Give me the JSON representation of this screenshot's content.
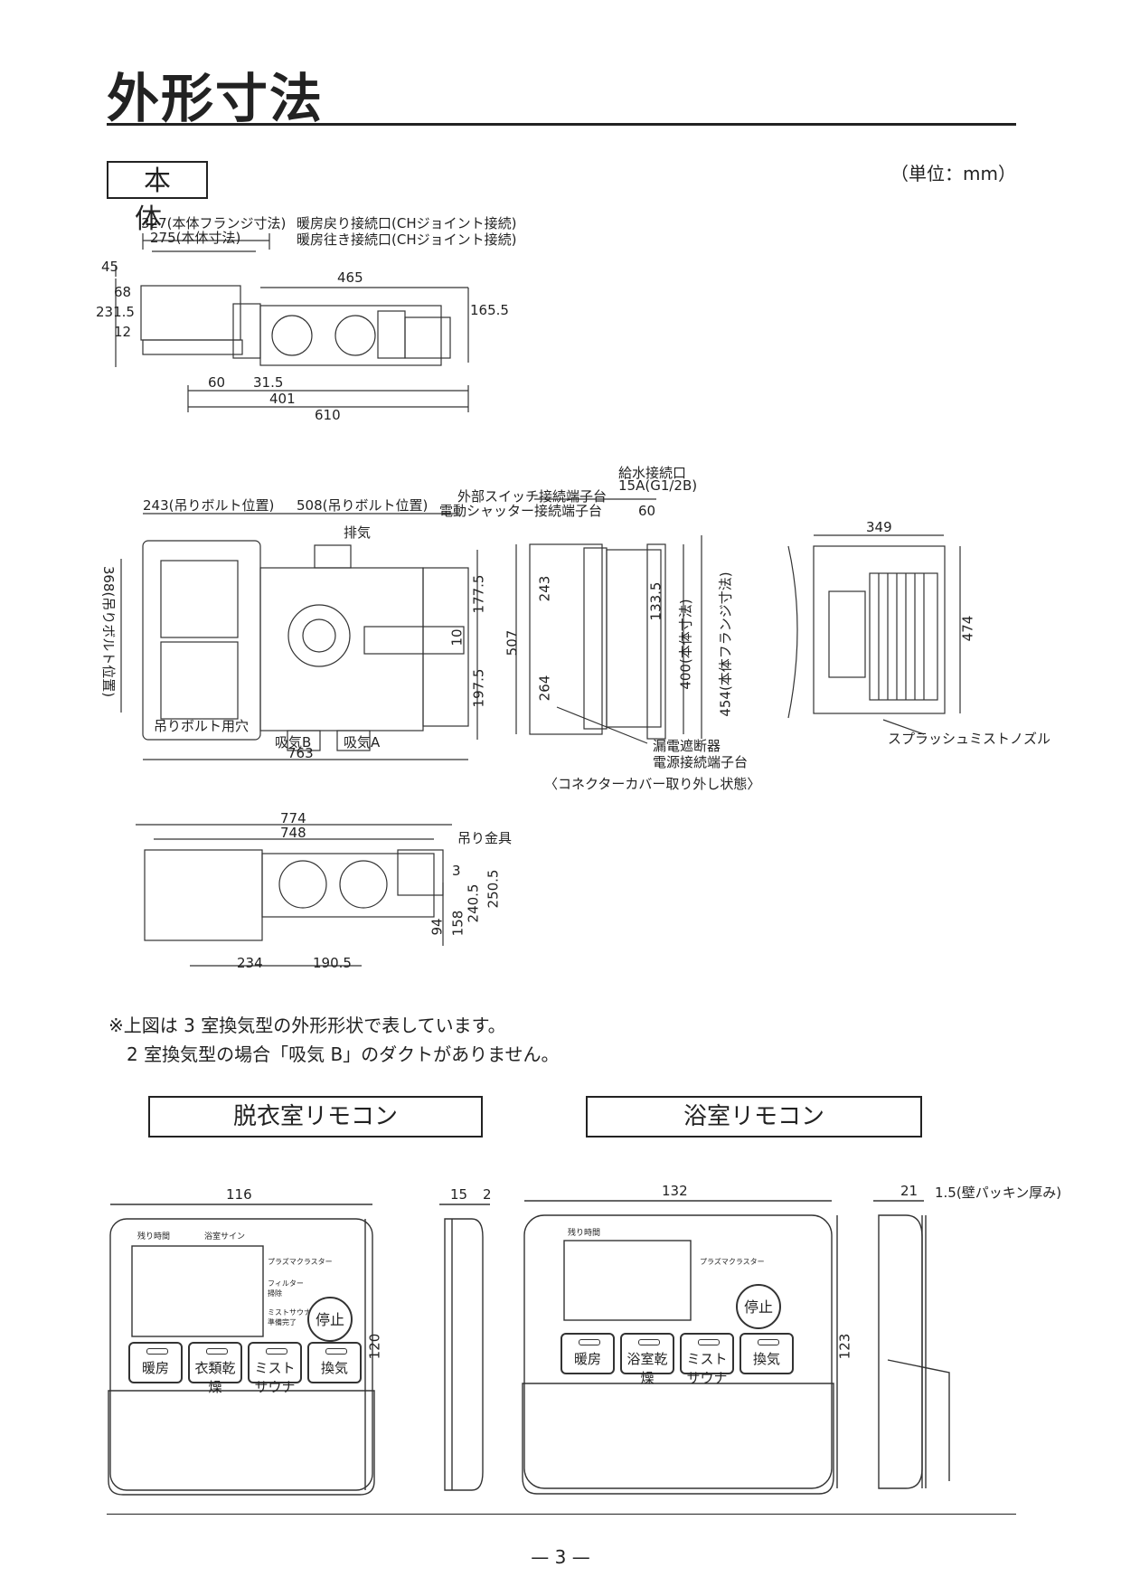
{
  "page": {
    "title": "外形寸法",
    "section_label": "本 体",
    "unit": "（単位：mm）",
    "page_number": "— 3 —"
  },
  "top_view": {
    "dim_327": "327(本体フランジ寸法)",
    "dim_275": "275(本体寸法)",
    "label_return": "暖房戻り接続口(CHジョイント接続)",
    "label_supply": "暖房往き接続口(CHジョイント接続)",
    "dim_45": "45",
    "dim_68": "68",
    "dim_231_5": "231.5",
    "dim_12": "12",
    "dim_465": "465",
    "dim_165_5": "165.5",
    "dim_60": "60",
    "dim_31_5": "31.5",
    "dim_401": "401",
    "dim_610": "610"
  },
  "plan_view": {
    "dim_243": "243(吊りボルト位置)",
    "dim_508": "508(吊りボルト位置)",
    "label_exhaust": "排気",
    "dim_368": "368(吊りボルト位置)",
    "dim_177_5": "177.5",
    "dim_10": "10",
    "dim_197_5": "197.5",
    "label_bolt_hole": "吊りボルト用穴",
    "label_intake_b": "吸気B",
    "label_intake_a": "吸気A",
    "dim_763": "763"
  },
  "side_view": {
    "label_water": "給水接続口",
    "label_water_size": "15A(G1/2B)",
    "label_ext_switch": "外部スイッチ接続端子台",
    "label_shutter": "電動シャッター接続端子台",
    "dim_60": "60",
    "dim_243": "243",
    "dim_507": "507",
    "dim_264": "264",
    "dim_133_5": "133.5",
    "dim_400": "400(本体寸法)",
    "dim_454": "454(本体フランジ寸法)",
    "label_breaker": "漏電遮断器",
    "label_power": "電源接続端子台",
    "caption": "〈コネクターカバー取り外し状態〉"
  },
  "front_view": {
    "dim_349": "349",
    "dim_474": "474",
    "label_nozzle": "スプラッシュミストノズル"
  },
  "bottom_view": {
    "dim_774": "774",
    "dim_748": "748",
    "label_bracket": "吊り金具",
    "dim_3": "3",
    "dim_240_5": "240.5",
    "dim_250_5": "250.5",
    "dim_94": "94",
    "dim_158": "158",
    "dim_234": "234",
    "dim_190_5": "190.5"
  },
  "notes": {
    "line1": "※上図は 3 室換気型の外形形状で表しています。",
    "line2": "2 室換気型の場合「吸気 B」のダクトがありません。"
  },
  "remotes": {
    "dressing": {
      "box_label": "脱衣室リモコン",
      "dim_width": "116",
      "dim_height": "120",
      "dim_depth": "15",
      "dim_2": "2",
      "screen_label_1": "残り時間",
      "screen_label_2": "浴室サイン",
      "side_label_1": "プラズマクラスター",
      "side_label_2": "フィルター掃除",
      "side_label_3": "ミストサウナ準備完了",
      "stop": "停止",
      "buttons": [
        "暖房",
        "衣類乾燥",
        "ミストサウナ",
        "換気"
      ]
    },
    "bathroom": {
      "box_label": "浴室リモコン",
      "dim_width": "132",
      "dim_height": "123",
      "dim_depth": "21",
      "dim_packing": "1.5(壁パッキン厚み)",
      "screen_label_1": "残り時間",
      "side_label_1": "プラズマクラスター",
      "stop": "停止",
      "buttons": [
        "暖房",
        "浴室乾燥",
        "ミストサウナ",
        "換気"
      ]
    }
  }
}
